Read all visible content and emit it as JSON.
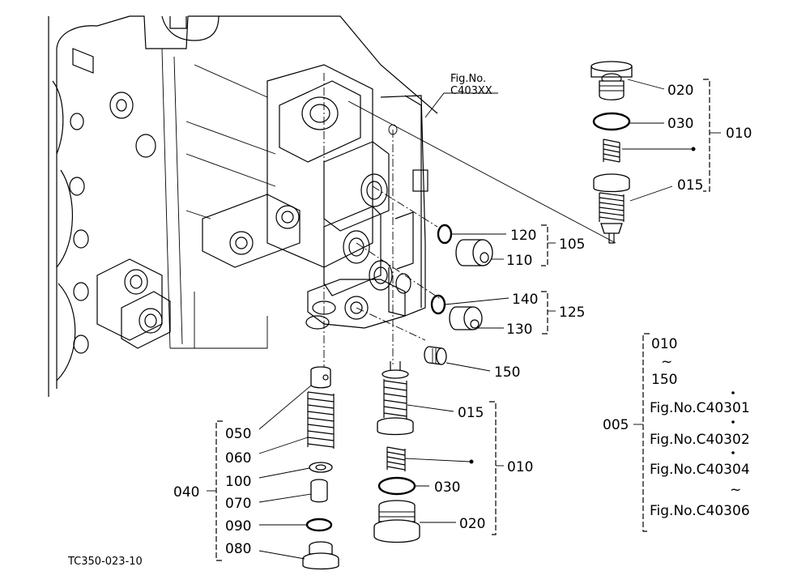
{
  "figure": {
    "ref_label": "Fig.No.",
    "ref_number": "C403XX",
    "drawing_code": "TC350-023-10"
  },
  "callouts": {
    "c020_top": "020",
    "c030_top": "030",
    "c015_top": "015",
    "c010_top": "010",
    "c120": "120",
    "c110": "110",
    "c105": "105",
    "c140": "140",
    "c130": "130",
    "c125": "125",
    "c150": "150",
    "c015_bot": "015",
    "c010_bot": "010",
    "c030_bot": "030",
    "c020_bot": "020",
    "c050": "050",
    "c060": "060",
    "c100": "100",
    "c040": "040",
    "c070": "070",
    "c090": "090",
    "c080": "080"
  },
  "assembly_box": {
    "group_label": "005",
    "range_start": "010",
    "range_tilde": "~",
    "range_end": "150",
    "fig_1": "Fig.No.C40301",
    "fig_2": "Fig.No.C40302",
    "fig_3": "Fig.No.C40304",
    "fig_tilde": "~",
    "fig_4": "Fig.No.C40306"
  }
}
